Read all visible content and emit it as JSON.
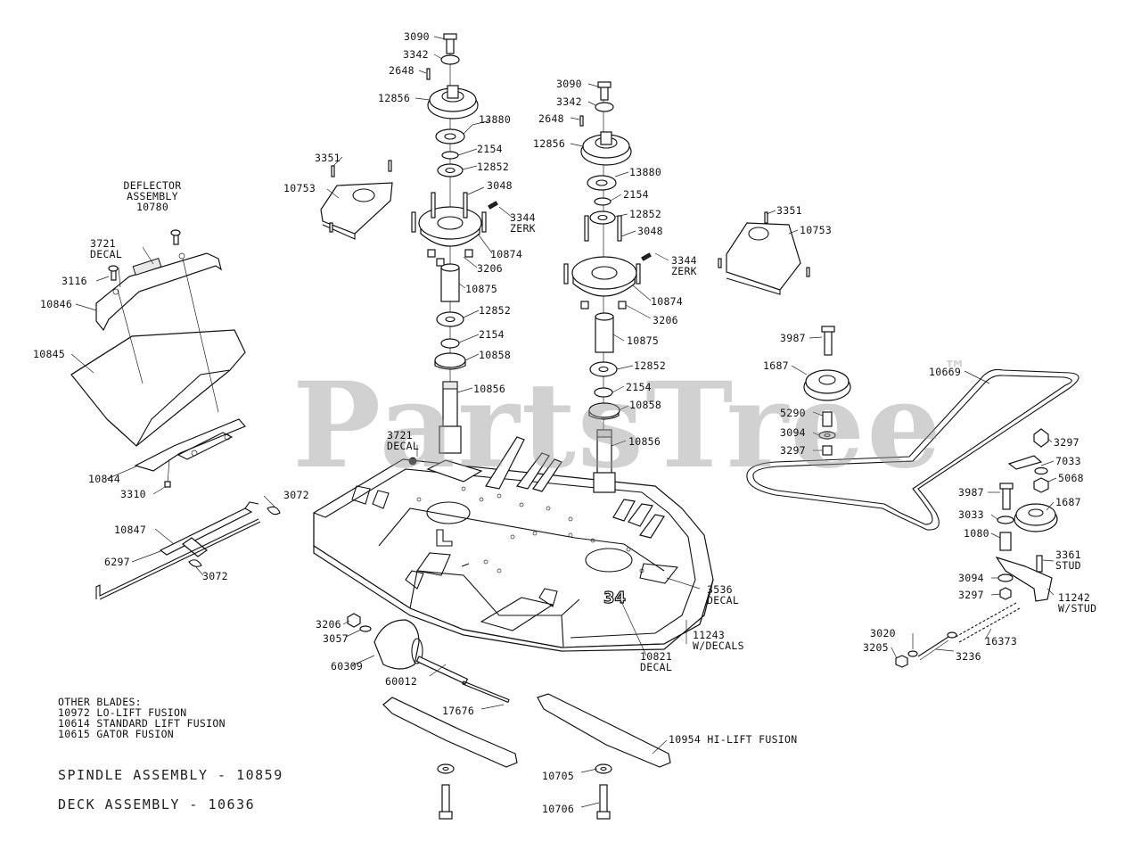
{
  "watermark": "PartsTree",
  "watermark_tm": "™",
  "footer": {
    "spindle_assembly": "SPINDLE ASSEMBLY - 10859",
    "deck_assembly": "DECK ASSEMBLY - 10636"
  },
  "other_blades": [
    "OTHER BLADES:",
    "10972 LO-LIFT FUSION",
    "10614 STANDARD LIFT FUSION",
    "10615 GATOR FUSION"
  ],
  "deflector_title": [
    "DEFLECTOR",
    "ASSEMBLY",
    "10780"
  ],
  "callouts": [
    {
      "id": "c1",
      "lines": [
        "3090"
      ]
    },
    {
      "id": "c2",
      "lines": [
        "3342"
      ]
    },
    {
      "id": "c3",
      "lines": [
        "2648"
      ]
    },
    {
      "id": "c4",
      "lines": [
        "12856"
      ]
    },
    {
      "id": "c5",
      "lines": [
        "13880"
      ]
    },
    {
      "id": "c6",
      "lines": [
        "2154"
      ]
    },
    {
      "id": "c7",
      "lines": [
        "12852"
      ]
    },
    {
      "id": "c8",
      "lines": [
        "3048"
      ]
    },
    {
      "id": "c9",
      "lines": [
        "3344",
        "ZERK"
      ]
    },
    {
      "id": "c10",
      "lines": [
        "10874"
      ]
    },
    {
      "id": "c11",
      "lines": [
        "3206"
      ]
    },
    {
      "id": "c12",
      "lines": [
        "10875"
      ]
    },
    {
      "id": "c13",
      "lines": [
        "12852"
      ]
    },
    {
      "id": "c14",
      "lines": [
        "2154"
      ]
    },
    {
      "id": "c15",
      "lines": [
        "10858"
      ]
    },
    {
      "id": "c16",
      "lines": [
        "10856"
      ]
    },
    {
      "id": "c17",
      "lines": [
        "3090"
      ]
    },
    {
      "id": "c18",
      "lines": [
        "3342"
      ]
    },
    {
      "id": "c19",
      "lines": [
        "2648"
      ]
    },
    {
      "id": "c20",
      "lines": [
        "12856"
      ]
    },
    {
      "id": "c21",
      "lines": [
        "13880"
      ]
    },
    {
      "id": "c22",
      "lines": [
        "2154"
      ]
    },
    {
      "id": "c23",
      "lines": [
        "12852"
      ]
    },
    {
      "id": "c24",
      "lines": [
        "3048"
      ]
    },
    {
      "id": "c25",
      "lines": [
        "3344",
        "ZERK"
      ]
    },
    {
      "id": "c26",
      "lines": [
        "10874"
      ]
    },
    {
      "id": "c27",
      "lines": [
        "3206"
      ]
    },
    {
      "id": "c28",
      "lines": [
        "10875"
      ]
    },
    {
      "id": "c29",
      "lines": [
        "12852"
      ]
    },
    {
      "id": "c30",
      "lines": [
        "2154"
      ]
    },
    {
      "id": "c31",
      "lines": [
        "10858"
      ]
    },
    {
      "id": "c32",
      "lines": [
        "10856"
      ]
    },
    {
      "id": "c33",
      "lines": [
        "3351"
      ]
    },
    {
      "id": "c34",
      "lines": [
        "10753"
      ]
    },
    {
      "id": "c35",
      "lines": [
        "3351"
      ]
    },
    {
      "id": "c36",
      "lines": [
        "10753"
      ]
    },
    {
      "id": "c37",
      "lines": [
        "3721",
        "DECAL"
      ]
    },
    {
      "id": "c38",
      "lines": [
        "3116"
      ]
    },
    {
      "id": "c39",
      "lines": [
        "10846"
      ]
    },
    {
      "id": "c40",
      "lines": [
        "10845"
      ]
    },
    {
      "id": "c41",
      "lines": [
        "10844"
      ]
    },
    {
      "id": "c42",
      "lines": [
        "3310"
      ]
    },
    {
      "id": "c43",
      "lines": [
        "3072"
      ]
    },
    {
      "id": "c44",
      "lines": [
        "10847"
      ]
    },
    {
      "id": "c45",
      "lines": [
        "6297"
      ]
    },
    {
      "id": "c46",
      "lines": [
        "3072"
      ]
    },
    {
      "id": "c47",
      "lines": [
        "3721",
        "DECAL"
      ]
    },
    {
      "id": "c48",
      "lines": [
        "3987"
      ]
    },
    {
      "id": "c49",
      "lines": [
        "1687"
      ]
    },
    {
      "id": "c50",
      "lines": [
        "5290"
      ]
    },
    {
      "id": "c51",
      "lines": [
        "3094"
      ]
    },
    {
      "id": "c52",
      "lines": [
        "3297"
      ]
    },
    {
      "id": "c53",
      "lines": [
        "10669"
      ]
    },
    {
      "id": "c54",
      "lines": [
        "3297"
      ]
    },
    {
      "id": "c55",
      "lines": [
        "7033"
      ]
    },
    {
      "id": "c56",
      "lines": [
        "5068"
      ]
    },
    {
      "id": "c57",
      "lines": [
        "3987"
      ]
    },
    {
      "id": "c58",
      "lines": [
        "1687"
      ]
    },
    {
      "id": "c59",
      "lines": [
        "3033"
      ]
    },
    {
      "id": "c60",
      "lines": [
        "1080"
      ]
    },
    {
      "id": "c61",
      "lines": [
        "3361",
        "STUD"
      ]
    },
    {
      "id": "c62",
      "lines": [
        "3094"
      ]
    },
    {
      "id": "c63",
      "lines": [
        "3297"
      ]
    },
    {
      "id": "c64",
      "lines": [
        "11242",
        "W/STUD"
      ]
    },
    {
      "id": "c65",
      "lines": [
        "3020"
      ]
    },
    {
      "id": "c66",
      "lines": [
        "3205"
      ]
    },
    {
      "id": "c67",
      "lines": [
        "3236"
      ]
    },
    {
      "id": "c68",
      "lines": [
        "16373"
      ]
    },
    {
      "id": "c69",
      "lines": [
        "3536",
        "DECAL"
      ]
    },
    {
      "id": "c70",
      "lines": [
        "11243",
        "W/DECALS"
      ]
    },
    {
      "id": "c71",
      "lines": [
        "10821",
        "DECAL"
      ]
    },
    {
      "id": "c72",
      "lines": [
        "3206"
      ]
    },
    {
      "id": "c73",
      "lines": [
        "3057"
      ]
    },
    {
      "id": "c74",
      "lines": [
        "60309"
      ]
    },
    {
      "id": "c75",
      "lines": [
        "60012"
      ]
    },
    {
      "id": "c76",
      "lines": [
        "17676"
      ]
    },
    {
      "id": "c77",
      "lines": [
        "10954 HI-LIFT FUSION"
      ]
    },
    {
      "id": "c78",
      "lines": [
        "10705"
      ]
    },
    {
      "id": "c79",
      "lines": [
        "10706"
      ]
    }
  ],
  "deck_decal": "34"
}
